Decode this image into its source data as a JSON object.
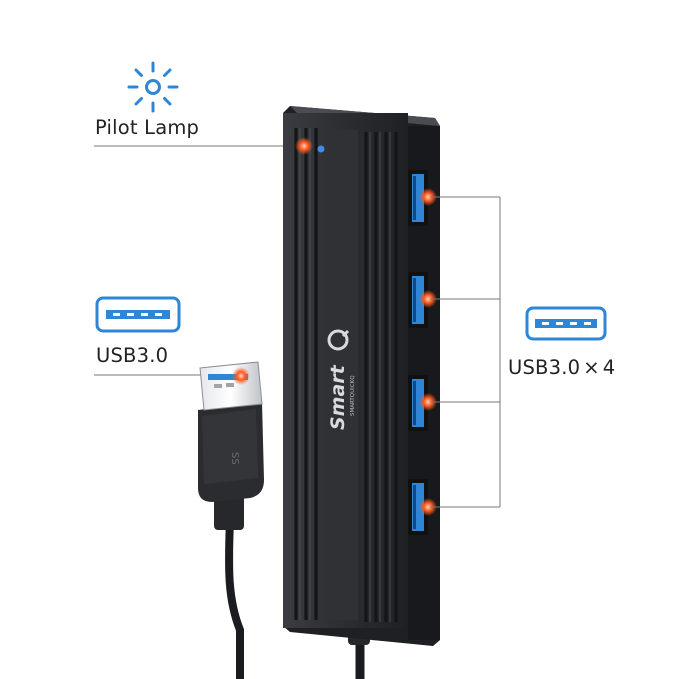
{
  "labels": {
    "pilot_lamp": "Pilot Lamp",
    "usb_cable": "USB3.0",
    "usb_ports_name": "USB3.0",
    "usb_ports_times": "×",
    "usb_ports_count": "4"
  },
  "branding": {
    "logo_text": "Smart",
    "logo_sub": "SMARTQUICKQ"
  },
  "icons": {
    "pilot": "sun-lamp-icon",
    "usb_cable": "usb-port-icon",
    "usb_ports": "usb-port-icon"
  },
  "colors": {
    "usb_blue": "#2f86d6",
    "hub_body": "#2b2d31",
    "highlight_orange": "#ff5a1f",
    "indicator_blue": "#3a8eea",
    "line_gray": "#777777"
  }
}
